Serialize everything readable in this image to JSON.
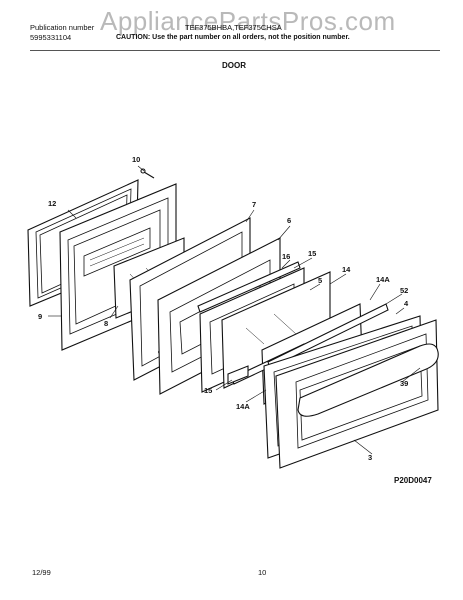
{
  "header": {
    "publication_label": "Publication number",
    "publication_number": "5995331104",
    "models": "TEF375BHBA,TEF375CHSA",
    "caution": "CAUTION: Use the part number on all orders, not the position number.",
    "watermark": "AppliancePartsPros.com"
  },
  "section_title": "DOOR",
  "callouts": {
    "c10": "10",
    "c12": "12",
    "c7": "7",
    "c6": "6",
    "c16": "16",
    "c15a": "15",
    "c14": "14",
    "c5": "5",
    "c14a_top": "14A",
    "c52": "52",
    "c4": "4",
    "c9": "9",
    "c8": "8",
    "c39": "39",
    "c15b": "15",
    "c14a_bot": "14A",
    "c3": "3"
  },
  "diagram_code": "P20D0047",
  "footer": {
    "date": "12/99",
    "page": "10"
  },
  "colors": {
    "line": "#111111",
    "watermark": "#b9b9b9",
    "background": "#ffffff"
  }
}
